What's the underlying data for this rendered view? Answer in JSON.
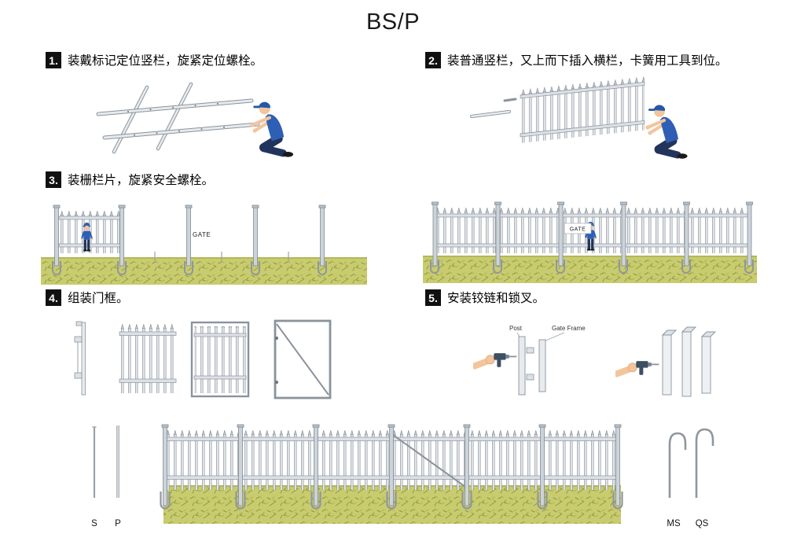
{
  "title": "BS/P",
  "steps": [
    {
      "num": "1.",
      "text": "装戴标记定位竖栏，旋紧定位螺栓。"
    },
    {
      "num": "2.",
      "text": "装普通竖栏，又上而下插入横栏，卡簧用工具到位。"
    },
    {
      "num": "3.",
      "text": "装栅栏片，旋紧安全螺栓。"
    },
    {
      "num": "4.",
      "text": "组装门框。"
    },
    {
      "num": "5.",
      "text": "安装铰链和锁叉。"
    }
  ],
  "labels": {
    "gate": "GATE",
    "post": "Post",
    "gate_frame": "Gate Frame",
    "s": "S",
    "p": "P",
    "ms": "MS",
    "qs": "QS"
  },
  "colors": {
    "metal_stroke": "#8a939c",
    "metal_fill": "#e7ebee",
    "grass": "#c9cb6f",
    "grass_dark": "#8e9b3f",
    "worker_shirt": "#2e5fb5",
    "worker_pants": "#22345c",
    "skin": "#f2c59c",
    "badge_bg": "#111111",
    "badge_text": "#ffffff"
  }
}
